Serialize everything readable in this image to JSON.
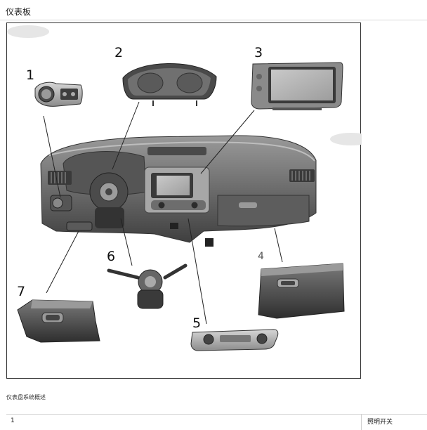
{
  "page": {
    "heading": "仪表板",
    "caption": "仪表盘系统概述"
  },
  "figure": {
    "callouts": [
      "1",
      "2",
      "3",
      "4",
      "5",
      "6",
      "7"
    ]
  },
  "legend": {
    "rows": [
      {
        "num": "1",
        "label": "照明开关"
      }
    ]
  }
}
